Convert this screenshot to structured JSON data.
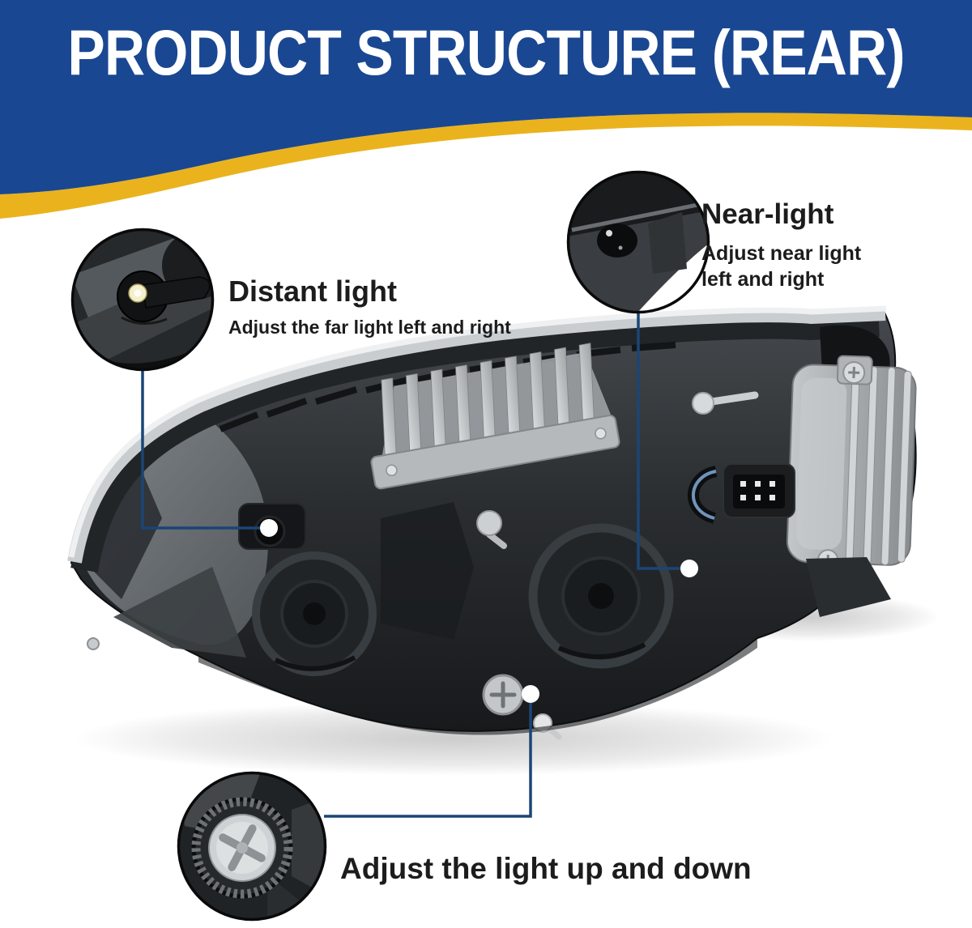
{
  "banner": {
    "title": "PRODUCT STRUCTURE (REAR)"
  },
  "callouts": {
    "distant": {
      "title": "Distant light",
      "description": "Adjust the far light left and right"
    },
    "near": {
      "title": "Near-light",
      "line1": "Adjust near light",
      "line2": "left and right"
    },
    "updown": {
      "label": "Adjust the light up and down"
    }
  },
  "colors": {
    "banner_blue": "#1a4792",
    "accent_yellow": "#eab31d",
    "callout_line": "#1b4576",
    "text_black": "#1c1c1c"
  }
}
